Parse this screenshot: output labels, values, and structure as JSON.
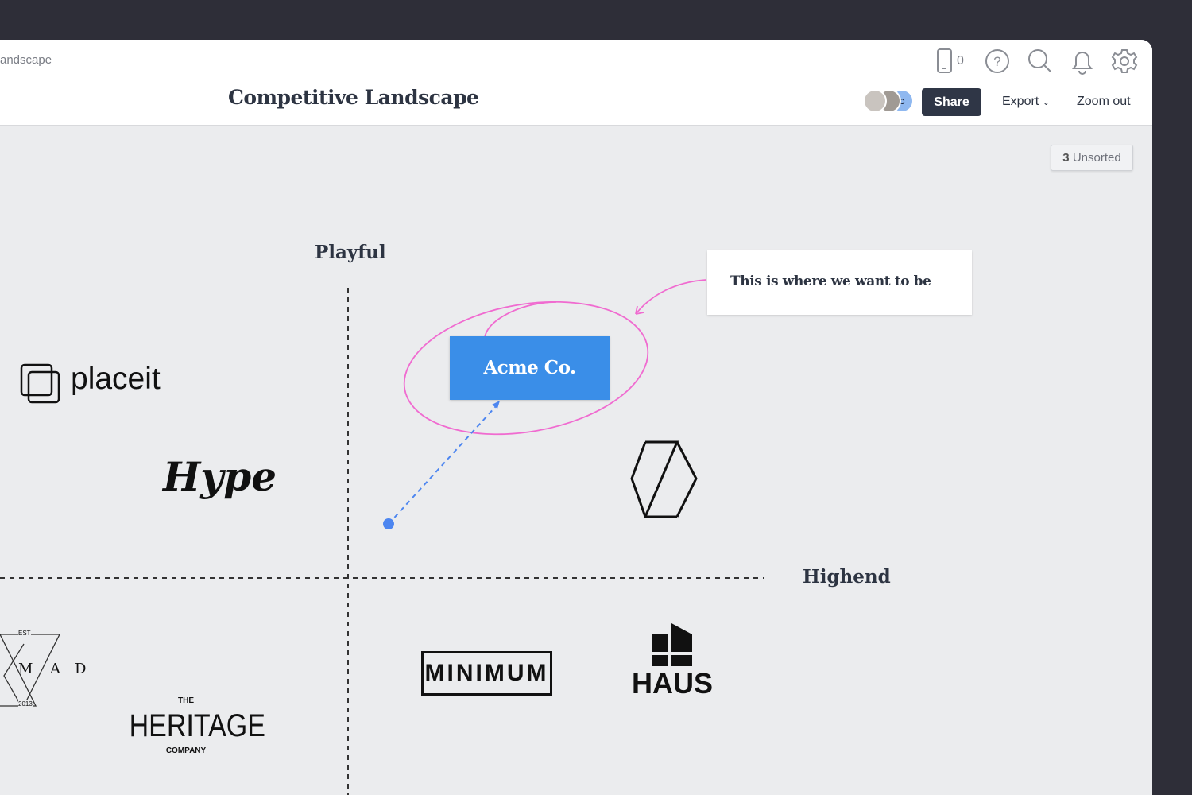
{
  "header": {
    "breadcrumb": "andscape",
    "title": "Competitive Landscape",
    "device_count": "0",
    "share_label": "Share",
    "export_label": "Export",
    "zoom_out_label": "Zoom out",
    "avatar_initial": "c"
  },
  "canvas": {
    "unsorted_count": "3",
    "unsorted_label": "Unsorted",
    "axis_top": "Playful",
    "axis_right": "Highend",
    "note": "This is where we want to be",
    "card": "Acme Co."
  },
  "logos": {
    "placeit": "placeit",
    "hype": "Hype",
    "nomad": [
      "M",
      "A",
      "D"
    ],
    "nomad_est": "EST",
    "nomad_year": "2013",
    "heritage_the": "THE",
    "heritage": "HERITAGE",
    "heritage_company": "COMPANY",
    "minimum": "MINIMUM",
    "haus": "HAUS"
  },
  "colors": {
    "accent": "#3a8ee8",
    "annotation": "#f06bd0",
    "connector": "#4d86f0",
    "share_bg": "#2f3646"
  }
}
